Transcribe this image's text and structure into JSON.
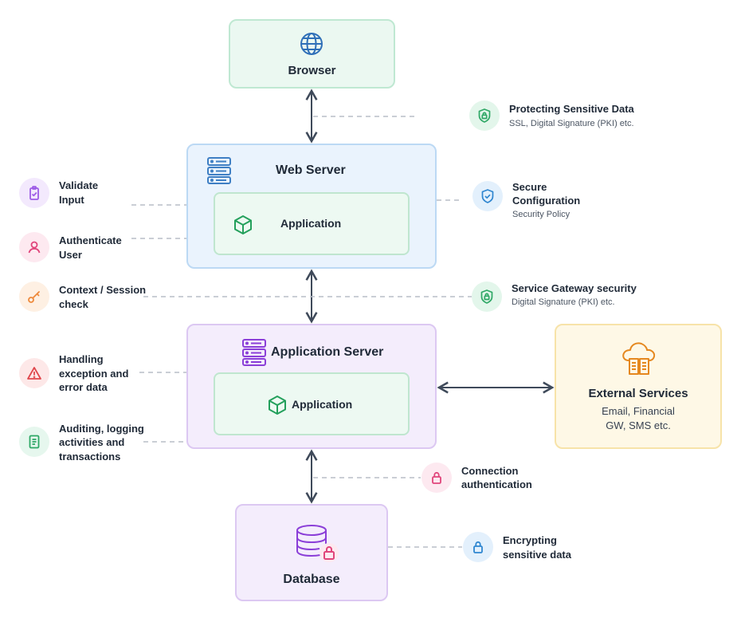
{
  "nodes": {
    "browser": "Browser",
    "web_server": "Web Server",
    "web_app": "Application",
    "app_server": "Application Server",
    "app_app": "Application",
    "external_title": "External Services",
    "external_line1": "Email, Financial",
    "external_line2": "GW, SMS etc.",
    "database": "Database"
  },
  "left_notes": [
    {
      "line1": "Validate",
      "line2": "Input",
      "icon": "clipboard-check-icon",
      "color": "#9d5ce6",
      "bg": "#f3e9fd"
    },
    {
      "line1": "Authenticate",
      "line2": "User",
      "icon": "user-icon",
      "color": "#e0457b",
      "bg": "#fde9f0"
    },
    {
      "line1": "Context / Session",
      "line2": "check",
      "icon": "key-icon",
      "color": "#ee8a3c",
      "bg": "#fef0e3"
    },
    {
      "line1": "Handling",
      "line2": "exception and",
      "line3": "error data",
      "icon": "warning-icon",
      "color": "#e0474c",
      "bg": "#fde8e8"
    },
    {
      "line1": "Auditing, logging",
      "line2": "activities and",
      "line3": "transactions",
      "icon": "document-icon",
      "color": "#2fa866",
      "bg": "#e6f7ee"
    }
  ],
  "right_notes": [
    {
      "title": "Protecting Sensitive Data",
      "sub": "SSL, Digital Signature (PKI) etc.",
      "icon": "shield-lock-icon",
      "color": "#2fa866",
      "bg": "#e3f6eb"
    },
    {
      "title1": "Secure",
      "title2": "Configuration",
      "sub": "Security Policy",
      "icon": "shield-check-icon",
      "color": "#2f86d0",
      "bg": "#e3f0fc"
    },
    {
      "title": "Service Gateway security",
      "sub": "Digital Signature (PKI) etc.",
      "icon": "shield-lock-icon",
      "color": "#2fa866",
      "bg": "#e3f6eb"
    },
    {
      "title1": "Connection",
      "title2": "authentication",
      "icon": "lock-icon",
      "color": "#e0457b",
      "bg": "#fde9f0"
    },
    {
      "title1": "Encrypting",
      "title2": "sensitive data",
      "icon": "lock-icon",
      "color": "#2f86d0",
      "bg": "#e3f0fc"
    }
  ],
  "colors": {
    "arrow": "#3f4a5a",
    "dash": "#b8bec7",
    "globe": "#2f6fb8",
    "server_blue": "#3f7fc4",
    "server_purple": "#8b3fd8",
    "cube_green": "#24a05c",
    "cloud_orange": "#e5881f"
  }
}
